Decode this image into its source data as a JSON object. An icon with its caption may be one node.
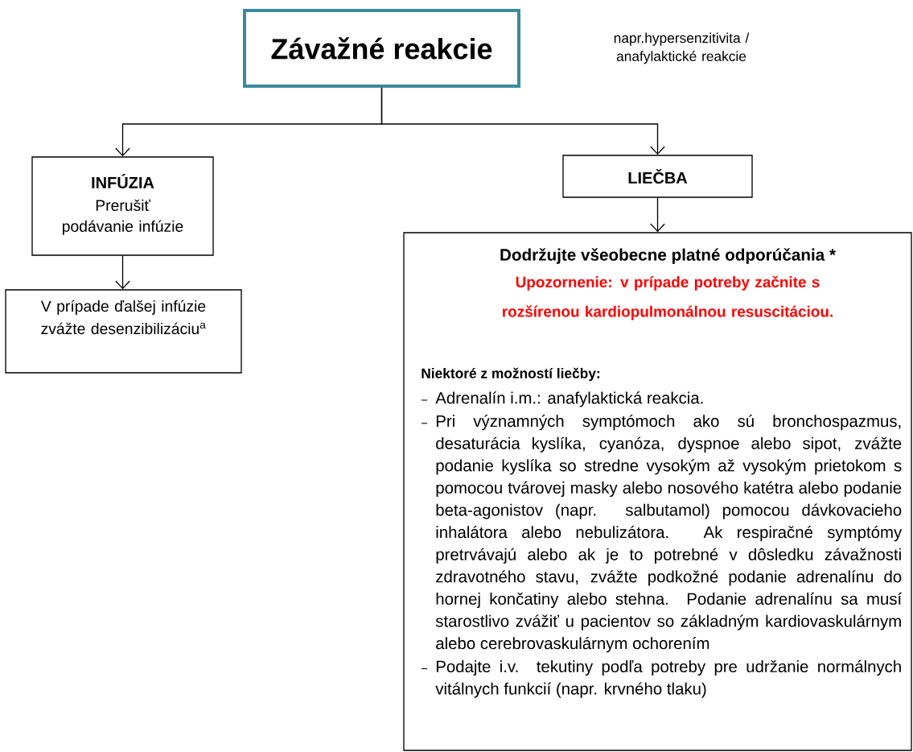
{
  "diagram": {
    "nodes": [
      {
        "text": [
          "Závažné reakcie"
        ]
      },
      {
        "text": [
          "INFÚZIA",
          "Prerušiť podávanie infúzie"
        ]
      },
      {
        "text": [
          "V prípade ďalšej infúzie zvážte desenzibilizáciu$^{a}$"
        ]
      },
      {
        "text": [
          "LIEČBA"
        ]
      },
      {
        "text": [
          "Dodržujte všeobecne platné odporúčania *",
          "Upozornenie: v prípade potreby začnite s rozšírenou kardiopulmonálnou resuscitáciou.",
          "Niektoré z možností liečby:",
          "Adrenalín i.m.: anafylaktická reakcia.",
          "Pri významných symptómoch ako sú bronchospazmus, desaturácia kyslíka, cyanóza, dyspnoe alebo sipot, zvážte podanie kyslíka so stredne vysokým až vysokým prietokom s pomocou tvárovej masky alebo nosového katétra alebo podanie beta-agonistov (napr. salbutamol) pomocou dávkovacieho inhalátora alebo nebulizátora. Ak respiračné symptómy pretrvávajú alebo ak je to potrebné v dôsledku závažnosti zdravotného stavu, zvážte podkožné podanie adrenalínu do hornej končatiny alebo stehna. Podanie adrenalínu sa musí starostlivo zvážiť u pacientov so základným kardiovaskulárnym alebo cerebrovaskulárnym ochorením",
          "Podajte i.v. tekutiny podľa potreby pre udržanie normálnych vitálnych funkcií (napr. krvného tlaku)"
        ]
      }
    ],
    "edges": [
      {
        "from": 0,
        "to": 1,
        "arrow": "to"
      },
      {
        "from": 0,
        "to": 3,
        "arrow": "to"
      },
      {
        "from": 1,
        "to": 2,
        "arrow": "to"
      },
      {
        "from": 3,
        "to": 4,
        "arrow": "to"
      }
    ],
    "labels": [
      "napr.hypersenzitivita / anafylaktické reakcie"
    ]
  }
}
